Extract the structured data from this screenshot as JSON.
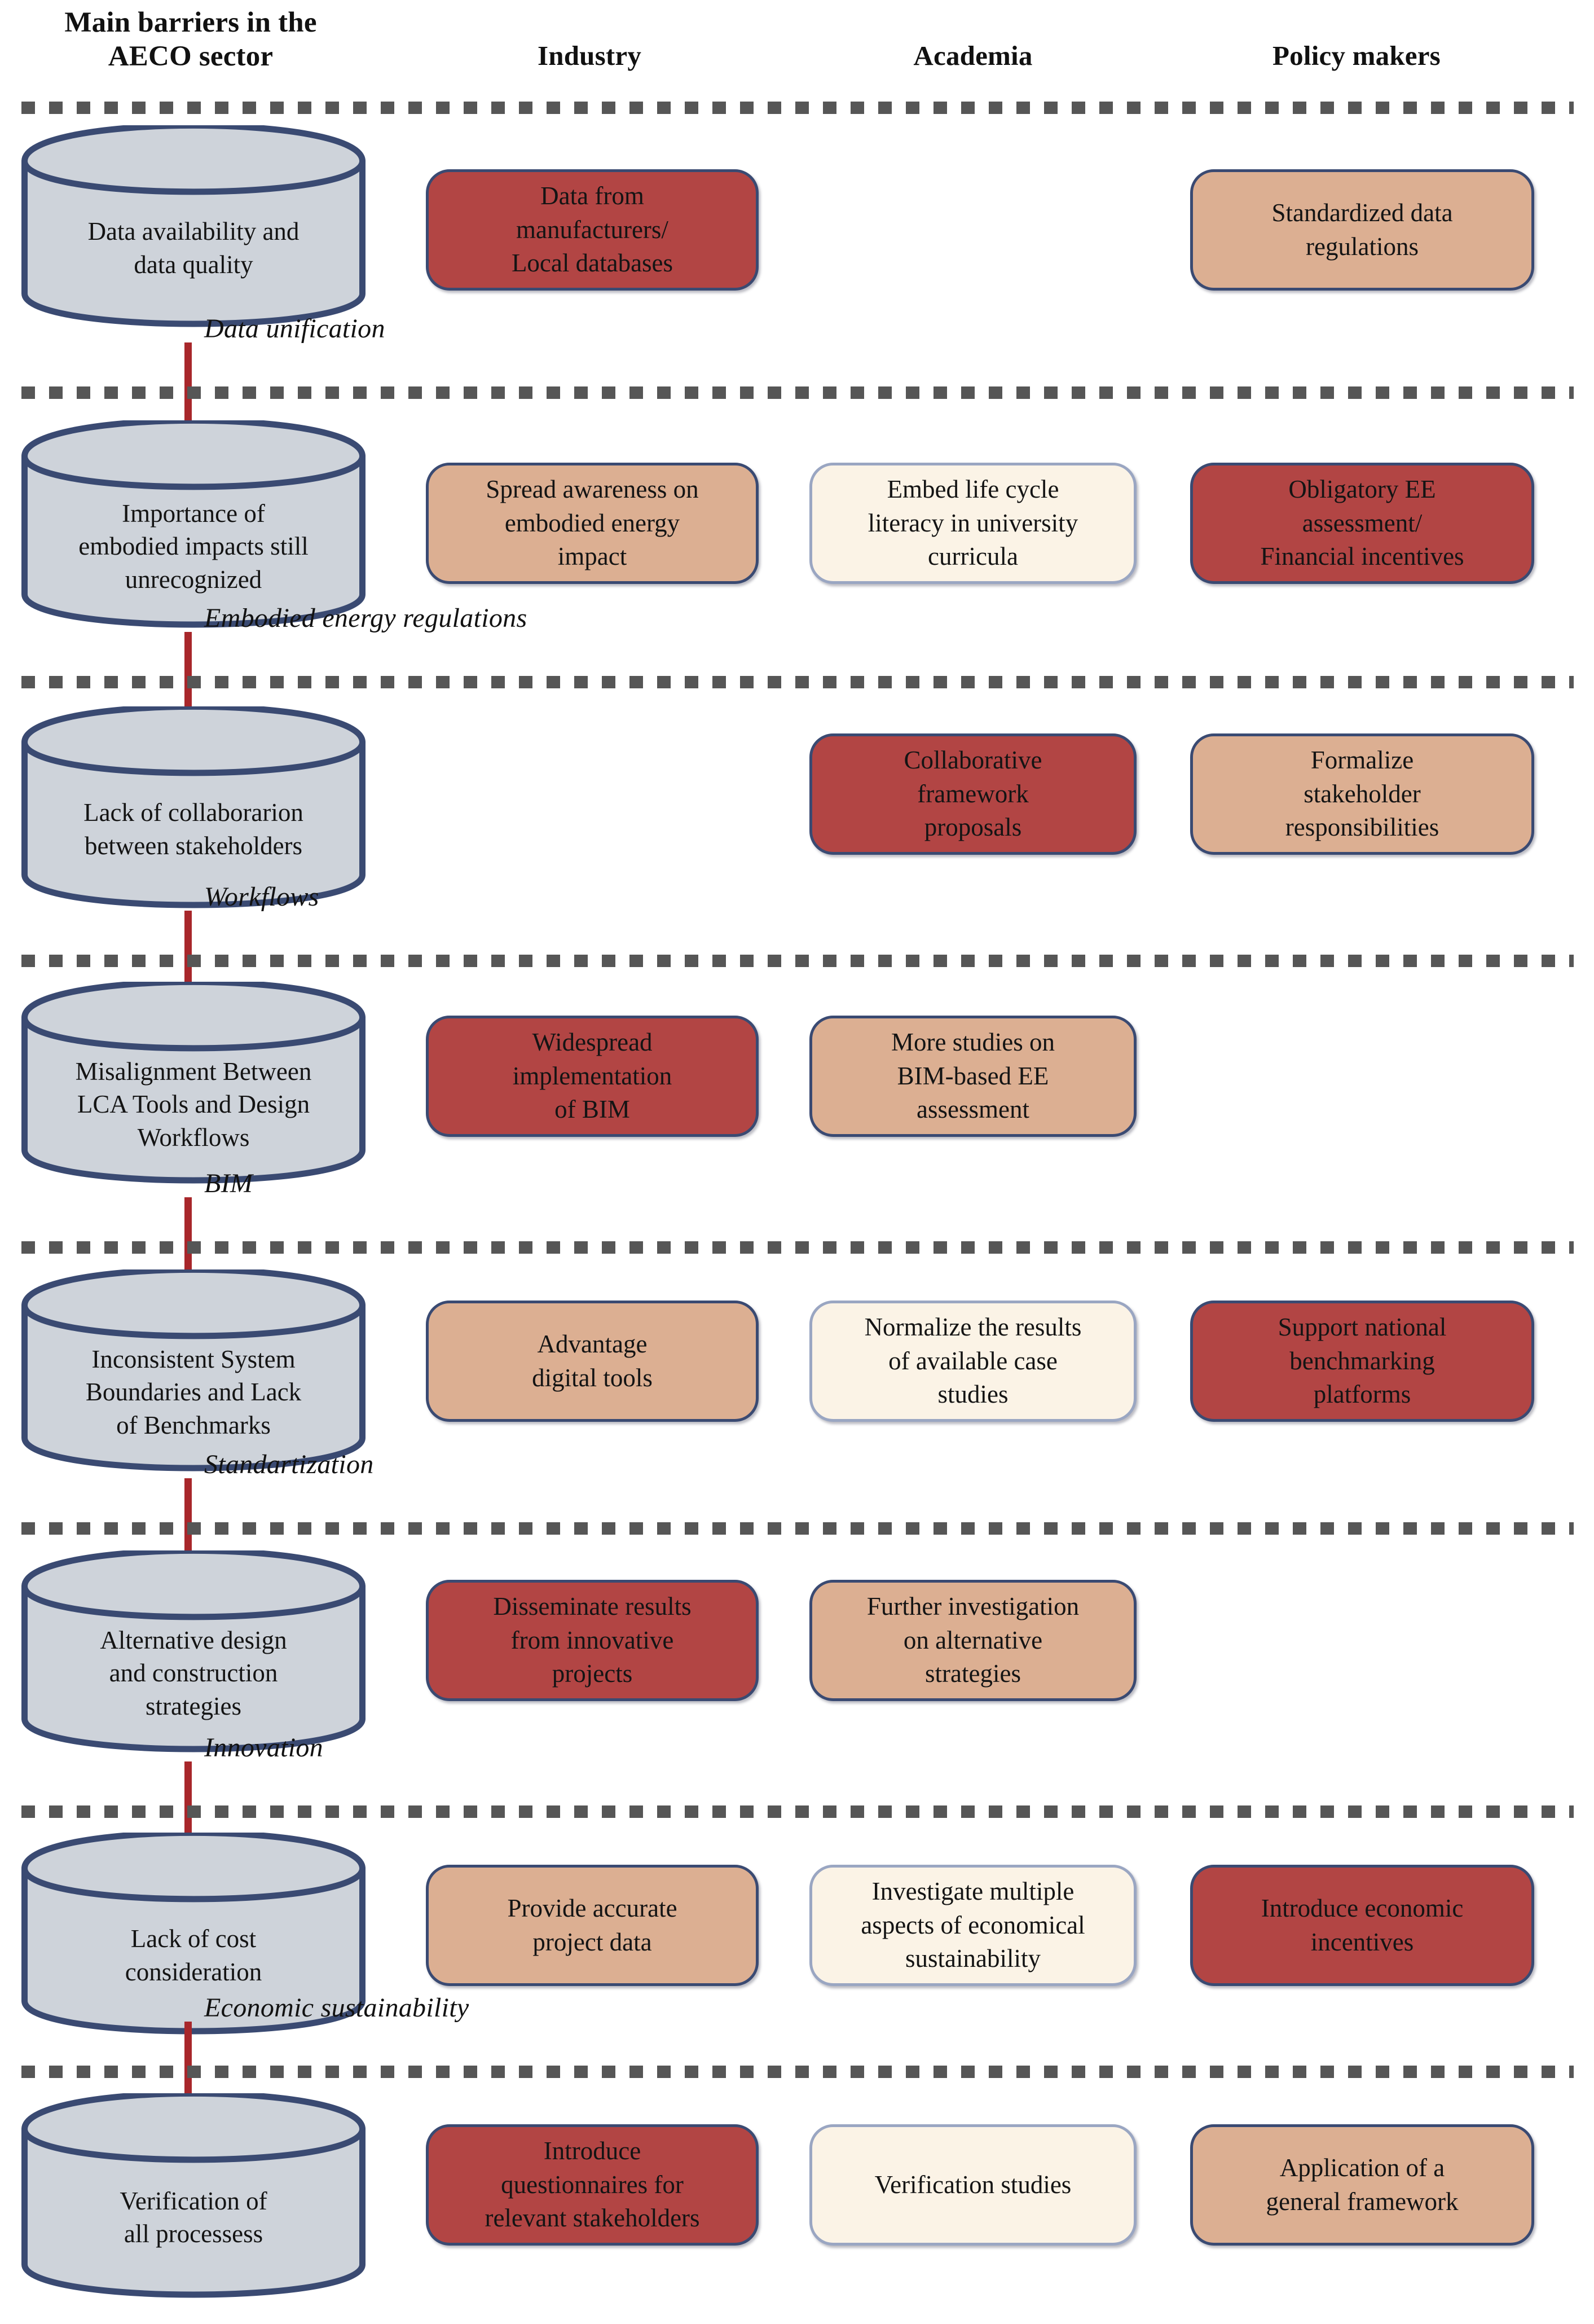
{
  "headers": {
    "barriers": "Main barriers in the\nAECO sector",
    "industry": "Industry",
    "academia": "Academia",
    "policy": "Policy makers"
  },
  "colors": {
    "red": "#B24544",
    "tan": "#DCAF92",
    "cream": "#FBF3E6",
    "cylinder_fill": "#CED3DA",
    "cylinder_border": "#3A4A72",
    "arrow": "#A8272B",
    "dash": "#565656"
  },
  "rows": [
    {
      "barrier": "Data availability and\ndata quality",
      "industry": "Data from\nmanufacturers/\nLocal databases",
      "industry_style": "red",
      "academia": null,
      "academia_style": null,
      "policy": "Standardized data\nregulations",
      "policy_style": "tan",
      "transition": "Data unification"
    },
    {
      "barrier": "Importance of\nembodied impacts still\nunrecognized",
      "industry": "Spread awareness on\nembodied energy\nimpact",
      "industry_style": "tan",
      "academia": "Embed life cycle\nliteracy in university\ncurricula",
      "academia_style": "cream",
      "policy": "Obligatory EE\nassessment/\nFinancial incentives",
      "policy_style": "red",
      "transition": "Embodied energy regulations"
    },
    {
      "barrier": "Lack of collaborarion\nbetween stakeholders",
      "industry": null,
      "industry_style": null,
      "academia": "Collaborative\nframework\nproposals",
      "academia_style": "red",
      "policy": "Formalize\nstakeholder\nresponsibilities",
      "policy_style": "tan",
      "transition": "Workflows"
    },
    {
      "barrier": "Misalignment Between\nLCA Tools and Design\nWorkflows",
      "industry": "Widespread\nimplementation\nof BIM",
      "industry_style": "red",
      "academia": "More studies on\nBIM-based EE\nassessment",
      "academia_style": "tan",
      "policy": null,
      "policy_style": null,
      "transition": "BIM"
    },
    {
      "barrier": "Inconsistent System\nBoundaries and Lack\nof Benchmarks",
      "industry": "Advantage\ndigital tools",
      "industry_style": "tan",
      "academia": "Normalize the results\nof available case\nstudies",
      "academia_style": "cream",
      "policy": "Support national\nbenchmarking\nplatforms",
      "policy_style": "red",
      "transition": "Standartization"
    },
    {
      "barrier": "Alternative design\nand construction\nstrategies",
      "industry": "Disseminate results\nfrom innovative\nprojects",
      "industry_style": "red",
      "academia": "Further investigation\non alternative\nstrategies",
      "academia_style": "tan",
      "policy": null,
      "policy_style": null,
      "transition": "Innovation"
    },
    {
      "barrier": "Lack of cost\nconsideration",
      "industry": "Provide accurate\nproject data",
      "industry_style": "tan",
      "academia": "Investigate multiple\naspects of economical\nsustainability",
      "academia_style": "cream",
      "policy": "Introduce economic\nincentives",
      "policy_style": "red",
      "transition": "Economic sustainability"
    },
    {
      "barrier": "Verification  of\nall processess",
      "industry": "Introduce\nquestionnaires for\nrelevant stakeholders",
      "industry_style": "red",
      "academia": "Verification studies",
      "academia_style": "cream",
      "policy": "Application of a\ngeneral framework",
      "policy_style": "tan",
      "transition": null
    }
  ]
}
